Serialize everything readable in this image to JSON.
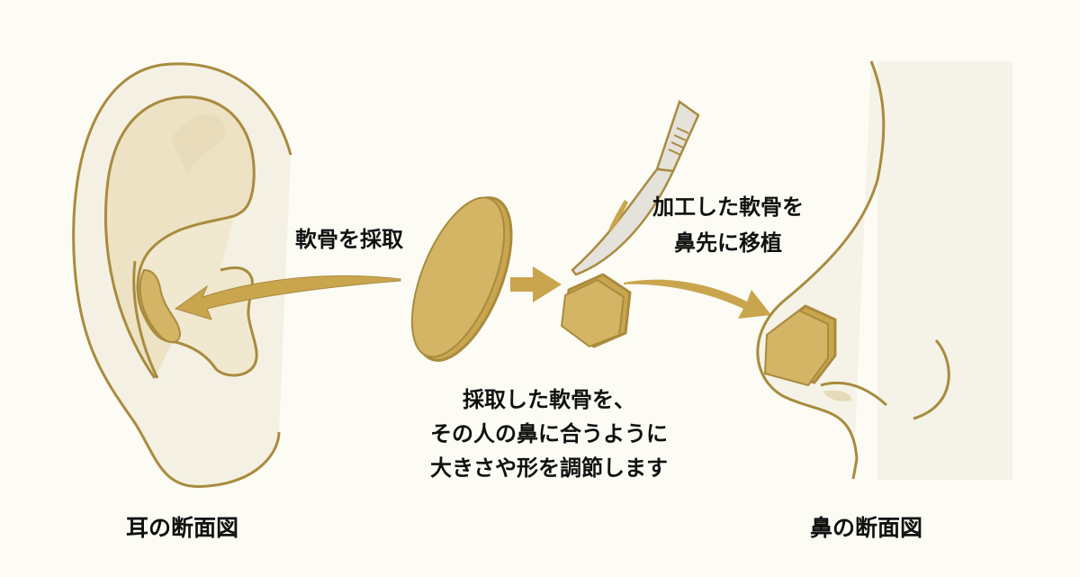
{
  "labels": {
    "harvest": "軟骨を採取",
    "transplant": [
      "加工した軟骨を",
      "鼻先に移植"
    ],
    "center": [
      "採取した軟骨を、",
      "その人の鼻に合うように",
      "大きさや形を調節します"
    ],
    "ear_caption": "耳の断面図",
    "nose_caption": "鼻の断面図"
  },
  "colors": {
    "background": "#fcfbf4",
    "outline": "#a98b3f",
    "cartilage_fill": "#d4b565",
    "ear_shade": "#ede2c4",
    "blade": "#e4e2da"
  }
}
